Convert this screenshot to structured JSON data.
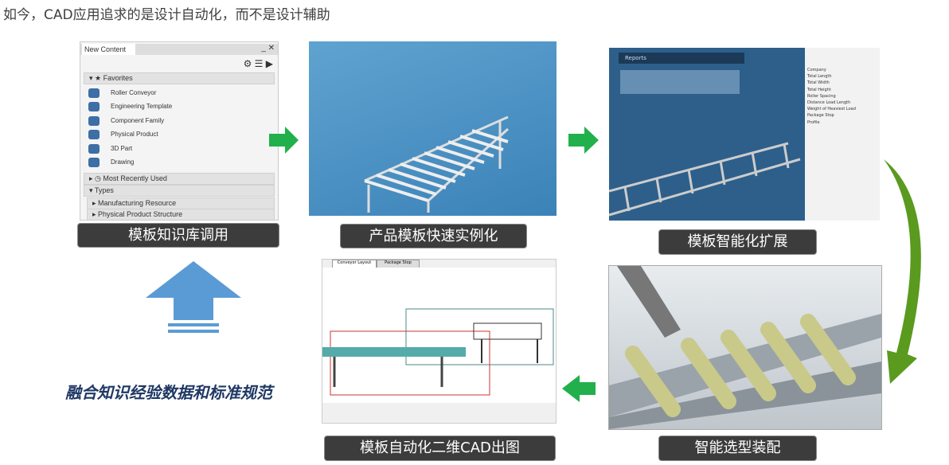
{
  "title": "如今，CAD应用追求的是设计自动化，而不是设计辅助",
  "steps": [
    {
      "label": "模板知识库调用"
    },
    {
      "label": "产品模板快速实例化"
    },
    {
      "label": "模板智能化扩展"
    },
    {
      "label": "智能选型装配"
    },
    {
      "label": "模板自动化二维CAD出图"
    }
  ],
  "side_text": "融合知识经验数据和标准规范",
  "new_content": {
    "tab": "New Content",
    "favorites": "Favorites",
    "items": [
      "Roller Conveyor",
      "Engineering Template",
      "Component Family",
      "Physical Product",
      "3D Part",
      "Drawing"
    ],
    "most_recent": "Most Recently Used",
    "types": "Types",
    "type_items": [
      "Manufacturing Resource",
      "Physical Product Structure"
    ]
  },
  "reports": {
    "title": "Reports",
    "params": [
      "Company",
      "Total Length",
      "Total Width",
      "Total Height",
      "Roller Spacing",
      "Distance Load Length",
      "Weight of Heaviest Load",
      "Package Stop",
      "Profile"
    ]
  },
  "drawing": {
    "tabs": [
      "Conveyor Layout",
      "Package Stop"
    ]
  },
  "colors": {
    "label_bg": "#3c3c3c",
    "arrow_green": "#21b04b",
    "arrow_blue": "#5b9bd5",
    "side_text": "#1f3864"
  }
}
